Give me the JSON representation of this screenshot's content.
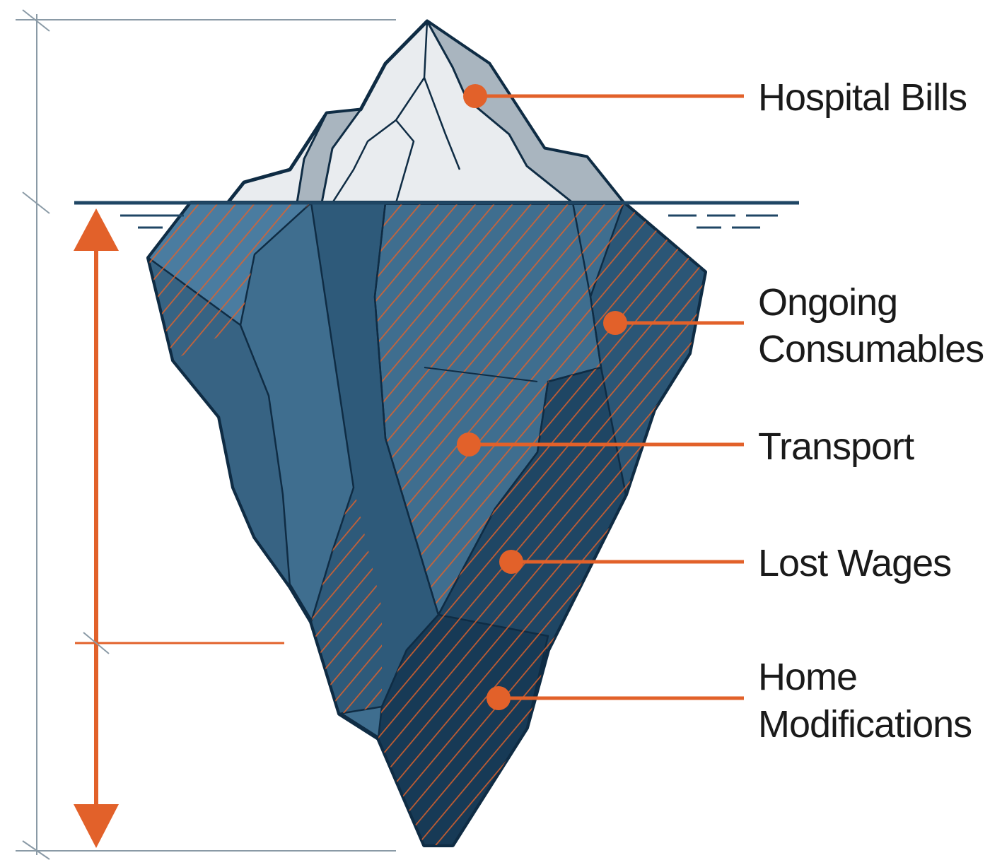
{
  "diagram": {
    "labels": {
      "hospital_bills": [
        "Hospital Bills"
      ],
      "ongoing_consumables": [
        "Ongoing",
        "Consumables"
      ],
      "transport": [
        "Transport"
      ],
      "lost_wages": [
        "Lost Wages"
      ],
      "home_modifications": [
        "Home",
        "Modifications"
      ]
    }
  },
  "colors": {
    "accent": "#e2612a",
    "ice_light": "#e9ecef",
    "ice_mid": "#a9b5bf",
    "water_blue": "#3f6e8f",
    "deep_blue": "#1f4664",
    "darkest_blue": "#173a56",
    "outline": "#0f2c44"
  }
}
